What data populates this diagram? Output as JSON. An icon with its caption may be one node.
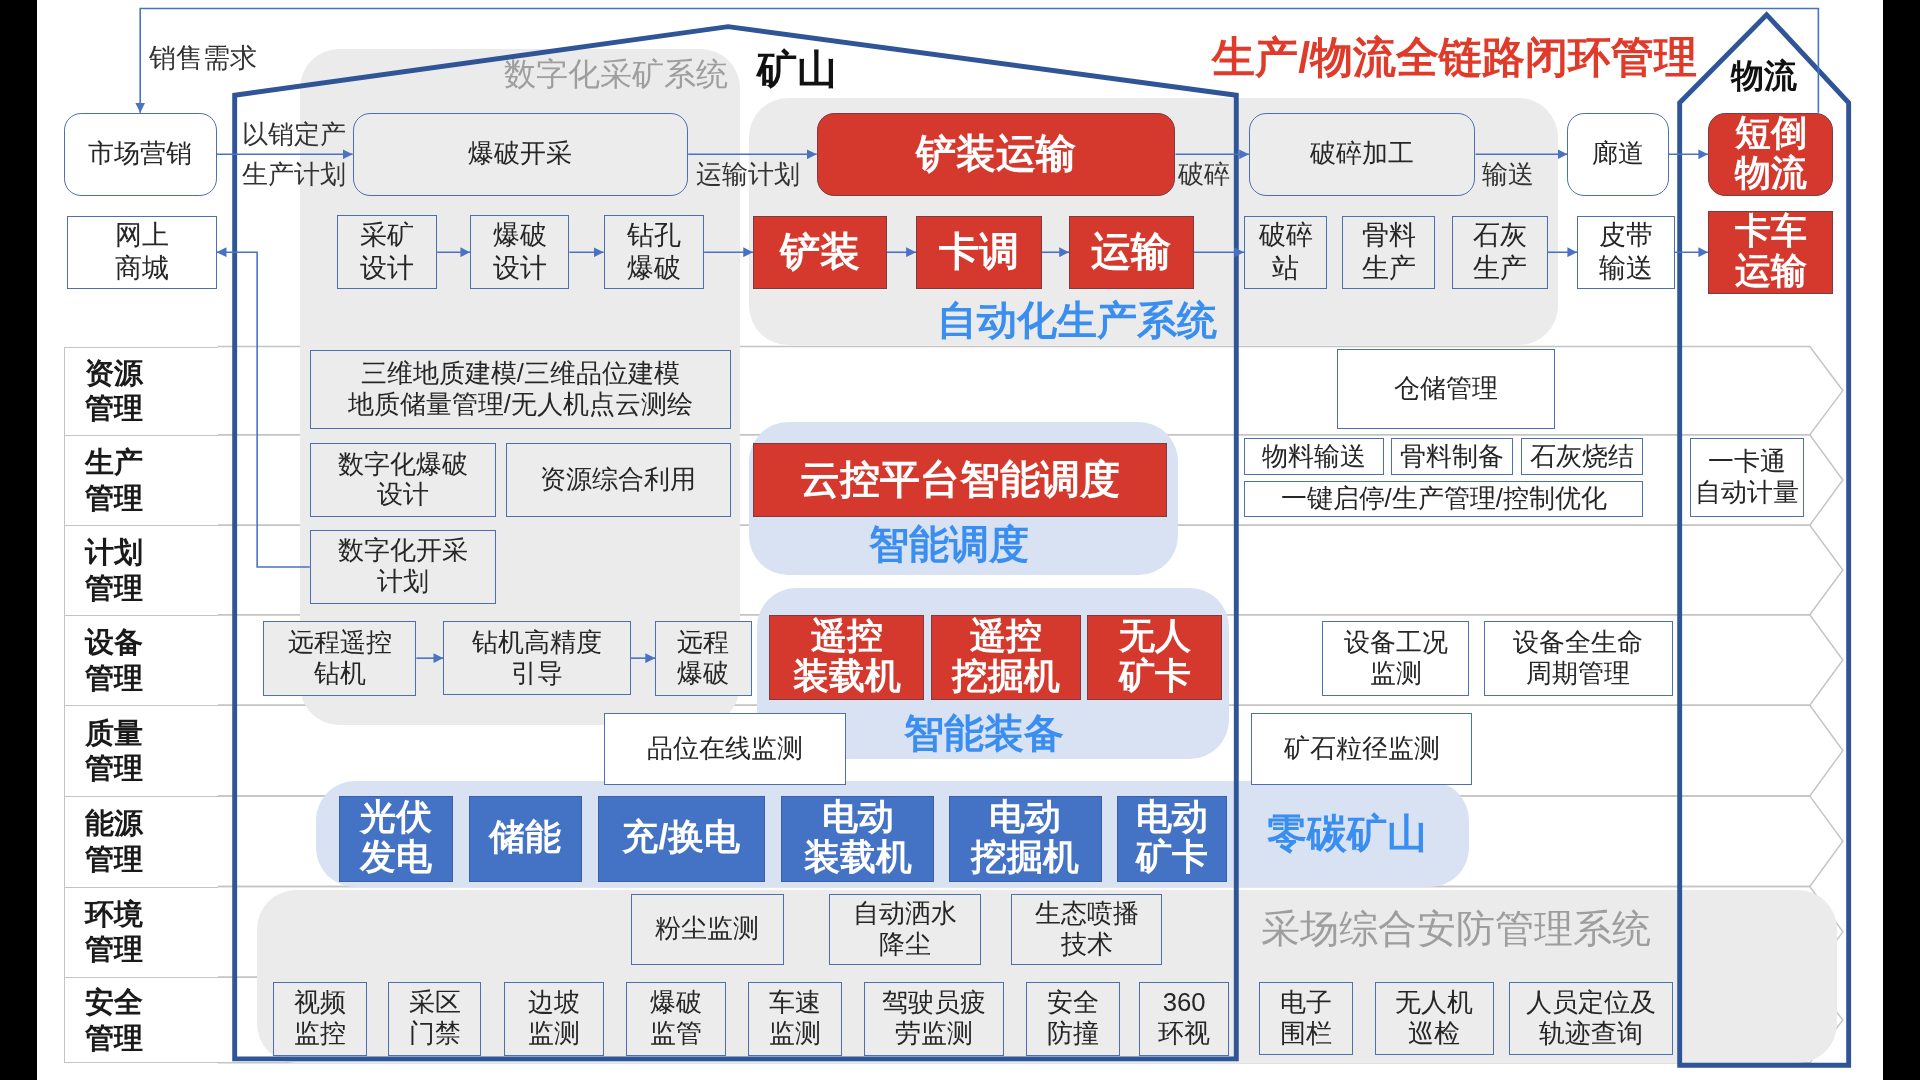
{
  "diagram": {
    "title": "生产/物流全链路闭环管理",
    "nodes": [
      {
        "text": [
          "矿山"
        ]
      },
      {
        "text": [
          "物流"
        ]
      },
      {
        "text": [
          "数字化采矿系统"
        ],
        "in": 0
      },
      {
        "text": [
          "自动化生产系统"
        ]
      },
      {
        "text": [
          "市场营销"
        ]
      },
      {
        "text": [
          "爆破开采"
        ],
        "in": 2
      },
      {
        "text": [
          "铲装运输"
        ]
      },
      {
        "text": [
          "破碎加工"
        ],
        "in": 3
      },
      {
        "text": [
          "廊道"
        ]
      },
      {
        "text": [
          "短倒物流"
        ],
        "in": 1
      },
      {
        "text": [
          "网上商城"
        ]
      },
      {
        "text": [
          "采矿设计"
        ],
        "in": 2
      },
      {
        "text": [
          "爆破设计"
        ],
        "in": 2
      },
      {
        "text": [
          "钻孔爆破"
        ],
        "in": 2
      },
      {
        "text": [
          "铲装"
        ]
      },
      {
        "text": [
          "卡调"
        ]
      },
      {
        "text": [
          "运输"
        ]
      },
      {
        "text": [
          "破碎站"
        ],
        "in": 3
      },
      {
        "text": [
          "骨料生产"
        ],
        "in": 3
      },
      {
        "text": [
          "石灰生产"
        ],
        "in": 3
      },
      {
        "text": [
          "皮带输送"
        ]
      },
      {
        "text": [
          "卡车运输"
        ],
        "in": 1
      },
      {
        "text": [
          "资源管理"
        ]
      },
      {
        "text": [
          "三维地质建模/三维品位建模地质储量管理/无人机点云测绘"
        ],
        "in": 2
      },
      {
        "text": [
          "仓储管理"
        ]
      },
      {
        "text": [
          "生产管理"
        ]
      },
      {
        "text": [
          "智能调度"
        ],
        "in": 0
      },
      {
        "text": [
          "数字化爆破设计"
        ],
        "in": 2
      },
      {
        "text": [
          "资源综合利用"
        ],
        "in": 2
      },
      {
        "text": [
          "云控平台智能调度"
        ],
        "in": 26
      },
      {
        "text": [
          "物料输送"
        ]
      },
      {
        "text": [
          "骨料制备"
        ]
      },
      {
        "text": [
          "石灰烧结"
        ]
      },
      {
        "text": [
          "一键启停/生产管理/控制优化"
        ]
      },
      {
        "text": [
          "一卡通自动计量"
        ],
        "in": 1
      },
      {
        "text": [
          "计划管理"
        ]
      },
      {
        "text": [
          "数字化开采计划"
        ],
        "in": 2
      },
      {
        "text": [
          "设备管理"
        ]
      },
      {
        "text": [
          "智能装备"
        ],
        "in": 0
      },
      {
        "text": [
          "远程遥控钻机"
        ],
        "in": 0
      },
      {
        "text": [
          "钻机高精度引导"
        ],
        "in": 2
      },
      {
        "text": [
          "远程爆破"
        ],
        "in": 0
      },
      {
        "text": [
          "遥控装载机"
        ],
        "in": 38
      },
      {
        "text": [
          "遥控挖掘机"
        ],
        "in": 38
      },
      {
        "text": [
          "无人矿卡"
        ],
        "in": 38
      },
      {
        "text": [
          "设备工况监测"
        ]
      },
      {
        "text": [
          "设备全生命周期管理"
        ]
      },
      {
        "text": [
          "质量管理"
        ]
      },
      {
        "text": [
          "品位在线监测"
        ],
        "in": 0
      },
      {
        "text": [
          "矿石粒径监测"
        ]
      },
      {
        "text": [
          "能源管理"
        ]
      },
      {
        "text": [
          "零碳矿山"
        ]
      },
      {
        "text": [
          "光伏发电"
        ]
      },
      {
        "text": [
          "储能"
        ]
      },
      {
        "text": [
          "充/换电"
        ]
      },
      {
        "text": [
          "电动装载机"
        ]
      },
      {
        "text": [
          "电动挖掘机"
        ]
      },
      {
        "text": [
          "电动矿卡"
        ]
      },
      {
        "text": [
          "环境管理"
        ]
      },
      {
        "text": [
          "采场综合安防管理系统"
        ]
      },
      {
        "text": [
          "粉尘监测"
        ]
      },
      {
        "text": [
          "自动洒水降尘"
        ]
      },
      {
        "text": [
          "生态喷播技术"
        ]
      },
      {
        "text": [
          "安全管理"
        ]
      },
      {
        "text": [
          "视频监控"
        ]
      },
      {
        "text": [
          "采区门禁"
        ]
      },
      {
        "text": [
          "边坡监测"
        ]
      },
      {
        "text": [
          "爆破监管"
        ]
      },
      {
        "text": [
          "车速监测"
        ]
      },
      {
        "text": [
          "驾驶员疲劳监测"
        ]
      },
      {
        "text": [
          "安全防撞"
        ]
      },
      {
        "text": [
          "360环视"
        ]
      },
      {
        "text": [
          "电子围栏"
        ],
        "in": 59
      },
      {
        "text": [
          "无人机巡检"
        ],
        "in": 59
      },
      {
        "text": [
          "人员定位及轨迹查询"
        ],
        "in": 59
      }
    ],
    "edges": [
      {
        "from": 4,
        "to": 5,
        "arrow": "to",
        "label": "以销定产"
      },
      {
        "from": 5,
        "to": 6,
        "arrow": "to",
        "label": "运输计划"
      },
      {
        "from": 6,
        "to": 7,
        "arrow": "to",
        "label": "破碎"
      },
      {
        "from": 7,
        "to": 8,
        "arrow": "to",
        "label": "输送"
      },
      {
        "from": 8,
        "to": 9,
        "arrow": "to"
      },
      {
        "from": 9,
        "to": 4,
        "arrow": "to",
        "label": "销售需求"
      },
      {
        "from": 11,
        "to": 12,
        "arrow": "to"
      },
      {
        "from": 12,
        "to": 13,
        "arrow": "to"
      },
      {
        "from": 13,
        "to": 14,
        "arrow": "to"
      },
      {
        "from": 14,
        "to": 15,
        "arrow": "to"
      },
      {
        "from": 15,
        "to": 16,
        "arrow": "to"
      },
      {
        "from": 16,
        "to": 17,
        "arrow": "to"
      },
      {
        "from": 19,
        "to": 20,
        "arrow": "to"
      },
      {
        "from": 20,
        "to": 21,
        "arrow": "to"
      },
      {
        "from": 36,
        "to": 10,
        "arrow": "to"
      },
      {
        "from": 39,
        "to": 40,
        "arrow": "to"
      },
      {
        "from": 40,
        "to": 41,
        "arrow": "to"
      }
    ],
    "labels": [
      "生产计划"
    ]
  }
}
